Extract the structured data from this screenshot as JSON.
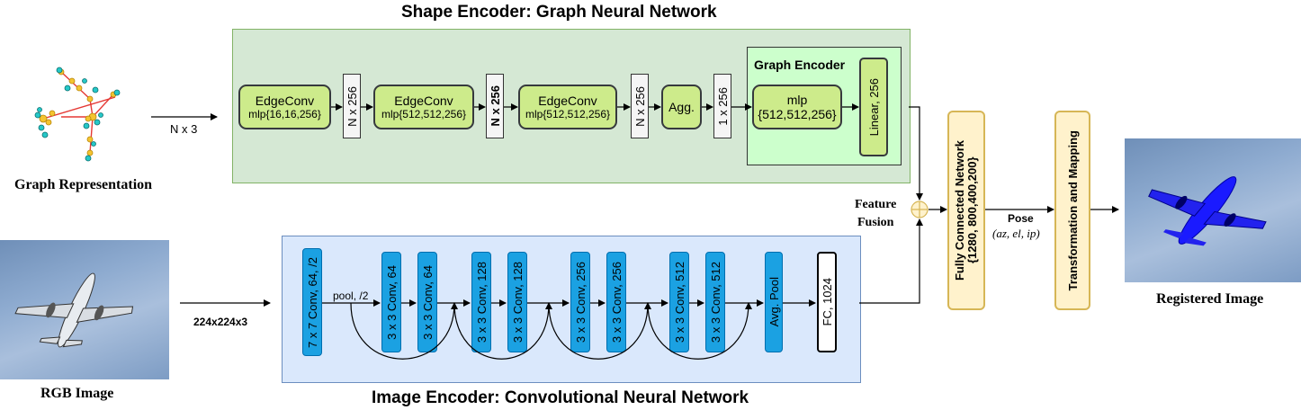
{
  "titles": {
    "shape_encoder": "Shape Encoder: Graph Neural Network",
    "image_encoder": "Image Encoder: Convolutional Neural Network"
  },
  "inputs": {
    "graph_label": "Graph Representation",
    "graph_dim": "N x 3",
    "rgb_label": "RGB Image",
    "rgb_dim": "224x224x3"
  },
  "gnn": {
    "edgeconv1": {
      "name": "EdgeConv",
      "params": "mlp{16,16,256}"
    },
    "dim1": "N x 256",
    "edgeconv2": {
      "name": "EdgeConv",
      "params": "mlp{512,512,256}"
    },
    "dim2": "N x 256",
    "edgeconv3": {
      "name": "EdgeConv",
      "params": "mlp{512,512,256}"
    },
    "dim3": "N x 256",
    "agg": "Agg.",
    "dim4": "1 x 256",
    "graph_encoder": {
      "title": "Graph Encoder",
      "mlp_name": "mlp",
      "mlp_params": "{512,512,256}",
      "linear": "Linear, 256"
    }
  },
  "cnn": {
    "conv1": "7 x 7 Conv, 64, /2",
    "pool": "pool, /2",
    "layers": [
      "3 x 3 Conv, 64",
      "3 x 3 Conv, 64",
      "3 x 3 Conv, 128",
      "3 x 3 Conv, 128",
      "3 x 3 Conv, 256",
      "3 x 3 Conv, 256",
      "3 x 3 Conv, 512",
      "3 x 3 Conv, 512"
    ],
    "avg_pool": "Avg. Pool",
    "fc": "FC, 1024"
  },
  "fusion": {
    "label_line1": "Feature",
    "label_line2": "Fusion"
  },
  "fcn": {
    "line1": "Fully Connected Network",
    "line2": "{1280, 800,400,200}"
  },
  "pose": {
    "label": "Pose",
    "vars": "(az, el, ip)"
  },
  "transform": "Transformation and Mapping",
  "output_label": "Registered Image",
  "colors": {
    "green_panel": "#d5e8d4",
    "blue_panel": "#dae8fc",
    "green_block": "#cdeb8b",
    "conv_block": "#1ba1e2",
    "yellow_block": "#fff2cc",
    "graph_encoder_panel": "#ccffcc"
  }
}
